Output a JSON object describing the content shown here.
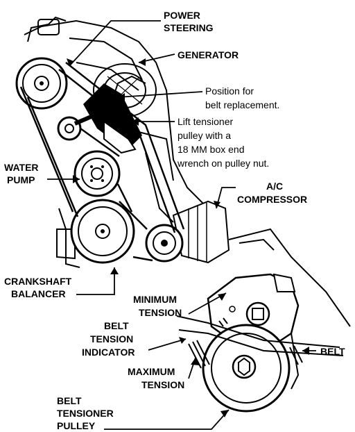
{
  "labels": {
    "power_steering": [
      "POWER",
      "STEERING"
    ],
    "generator": "GENERATOR",
    "position_note": [
      "Position for",
      "belt replacement."
    ],
    "lift_note": [
      "Lift tensioner",
      "pulley with a",
      "18 MM box end",
      "wrench on pulley nut."
    ],
    "water_pump": [
      "WATER",
      "PUMP"
    ],
    "ac_compressor": [
      "A/C",
      "COMPRESSOR"
    ],
    "crankshaft": [
      "CRANKSHAFT",
      "BALANCER"
    ],
    "minimum_tension": [
      "MINIMUM",
      "TENSION"
    ],
    "belt_tension_indicator": [
      "BELT",
      "TENSION",
      "INDICATOR"
    ],
    "belt": "BELT",
    "maximum_tension": [
      "MAXIMUM",
      "TENSION"
    ],
    "belt_tensioner_pulley": [
      "BELT",
      "TENSIONER",
      "PULLEY"
    ]
  },
  "colors": {
    "ink": "#000000",
    "paper": "#ffffff"
  }
}
